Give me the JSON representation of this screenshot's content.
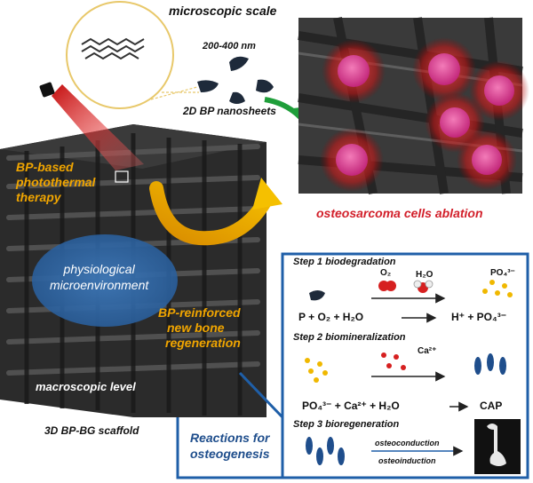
{
  "labels": {
    "microscopic_scale": "microscopic scale",
    "size_range": "200-400 nm",
    "nanosheets": "2D BP nanosheets",
    "photothermal": [
      "BP-based",
      "photothermal",
      "therapy"
    ],
    "ablation": "osteosarcoma cells ablation",
    "microenv": [
      "physiological",
      "microenvironment"
    ],
    "bone": [
      "BP-reinforced",
      "new bone",
      "regeneration"
    ],
    "macroscopic": "macroscopic level",
    "scaffold": "3D BP-BG scaffold",
    "reactions": [
      "Reactions for",
      "osteogenesis"
    ]
  },
  "steps": {
    "step1": {
      "title": "Step 1 biodegradation",
      "o2": "O₂",
      "h2o": "H₂O",
      "po4": "PO₄³⁻",
      "left": "P + O₂ + H₂O",
      "right": "H⁺ + PO₄³⁻"
    },
    "step2": {
      "title": "Step 2 biomineralization",
      "ca": "Ca²⁺",
      "left": "PO₄³⁻ + Ca²⁺ + H₂O",
      "right": "CAP"
    },
    "step3": {
      "title": "Step 3 bioregeneration",
      "top": "osteoconduction",
      "bottom": "osteoinduction"
    }
  },
  "colors": {
    "accent_orange": "#f0a500",
    "ablation_red": "#d21f2a",
    "panel_blue": "#1f5fa8",
    "cell_magenta": "#e0408f"
  }
}
